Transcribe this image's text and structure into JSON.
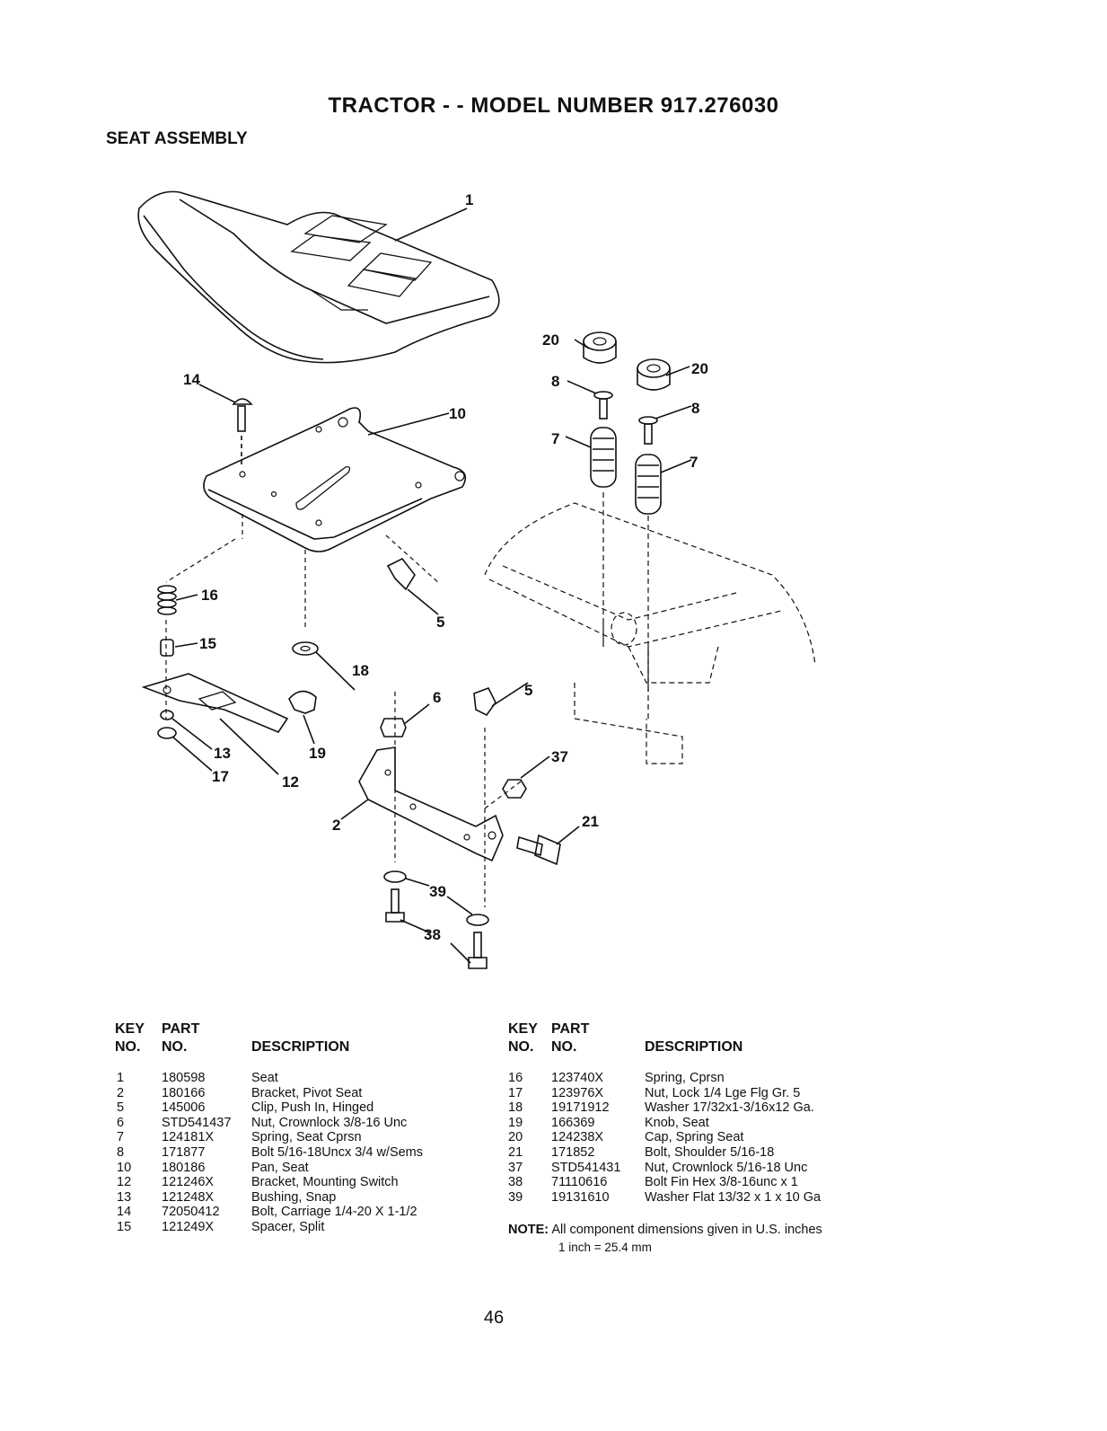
{
  "title": "TRACTOR - - MODEL NUMBER 917.276030",
  "section": "SEAT ASSEMBLY",
  "callouts": [
    "1",
    "14",
    "10",
    "16",
    "15",
    "5",
    "18",
    "6",
    "5",
    "19",
    "13",
    "17",
    "12",
    "2",
    "37",
    "21",
    "39",
    "38",
    "20",
    "20",
    "8",
    "8",
    "7",
    "7"
  ],
  "table_header": {
    "key_line1": "KEY",
    "part_line1": "PART",
    "key_line2": "NO.",
    "part_line2": "NO.",
    "description": "DESCRIPTION"
  },
  "parts_left": [
    {
      "key": "1",
      "part": "180598",
      "desc": "Seat"
    },
    {
      "key": "2",
      "part": "180166",
      "desc": "Bracket, Pivot Seat"
    },
    {
      "key": "5",
      "part": "145006",
      "desc": "Clip, Push In, Hinged"
    },
    {
      "key": "6",
      "part": "STD541437",
      "desc": "Nut, Crownlock 3/8-16 Unc"
    },
    {
      "key": "7",
      "part": "124181X",
      "desc": "Spring, Seat Cprsn"
    },
    {
      "key": "8",
      "part": "171877",
      "desc": "Bolt 5/16-18Uncx 3/4 w/Sems"
    },
    {
      "key": "10",
      "part": "180186",
      "desc": "Pan, Seat"
    },
    {
      "key": "12",
      "part": "121246X",
      "desc": "Bracket, Mounting Switch"
    },
    {
      "key": "13",
      "part": "121248X",
      "desc": "Bushing, Snap"
    },
    {
      "key": "14",
      "part": "72050412",
      "desc": "Bolt, Carriage 1/4-20 X 1-1/2"
    },
    {
      "key": "15",
      "part": "121249X",
      "desc": "Spacer, Split"
    }
  ],
  "parts_right": [
    {
      "key": "16",
      "part": "123740X",
      "desc": "Spring, Cprsn"
    },
    {
      "key": "17",
      "part": "123976X",
      "desc": "Nut, Lock 1/4 Lge Flg Gr. 5"
    },
    {
      "key": "18",
      "part": "19171912",
      "desc": "Washer 17/32x1-3/16x12 Ga."
    },
    {
      "key": "19",
      "part": "166369",
      "desc": "Knob, Seat"
    },
    {
      "key": "20",
      "part": "124238X",
      "desc": "Cap, Spring Seat"
    },
    {
      "key": "21",
      "part": "171852",
      "desc": "Bolt, Shoulder 5/16-18"
    },
    {
      "key": "37",
      "part": "STD541431",
      "desc": "Nut, Crownlock 5/16-18 Unc"
    },
    {
      "key": "38",
      "part": "71110616",
      "desc": "Bolt Fin Hex 3/8-16unc x 1"
    },
    {
      "key": "39",
      "part": "19131610",
      "desc": "Washer Flat 13/32 x 1 x 10 Ga"
    }
  ],
  "note": {
    "label": "NOTE:",
    "text": "All component dimensions given in U.S. inches",
    "conversion": "1 inch = 25.4 mm"
  },
  "page_number": "46"
}
